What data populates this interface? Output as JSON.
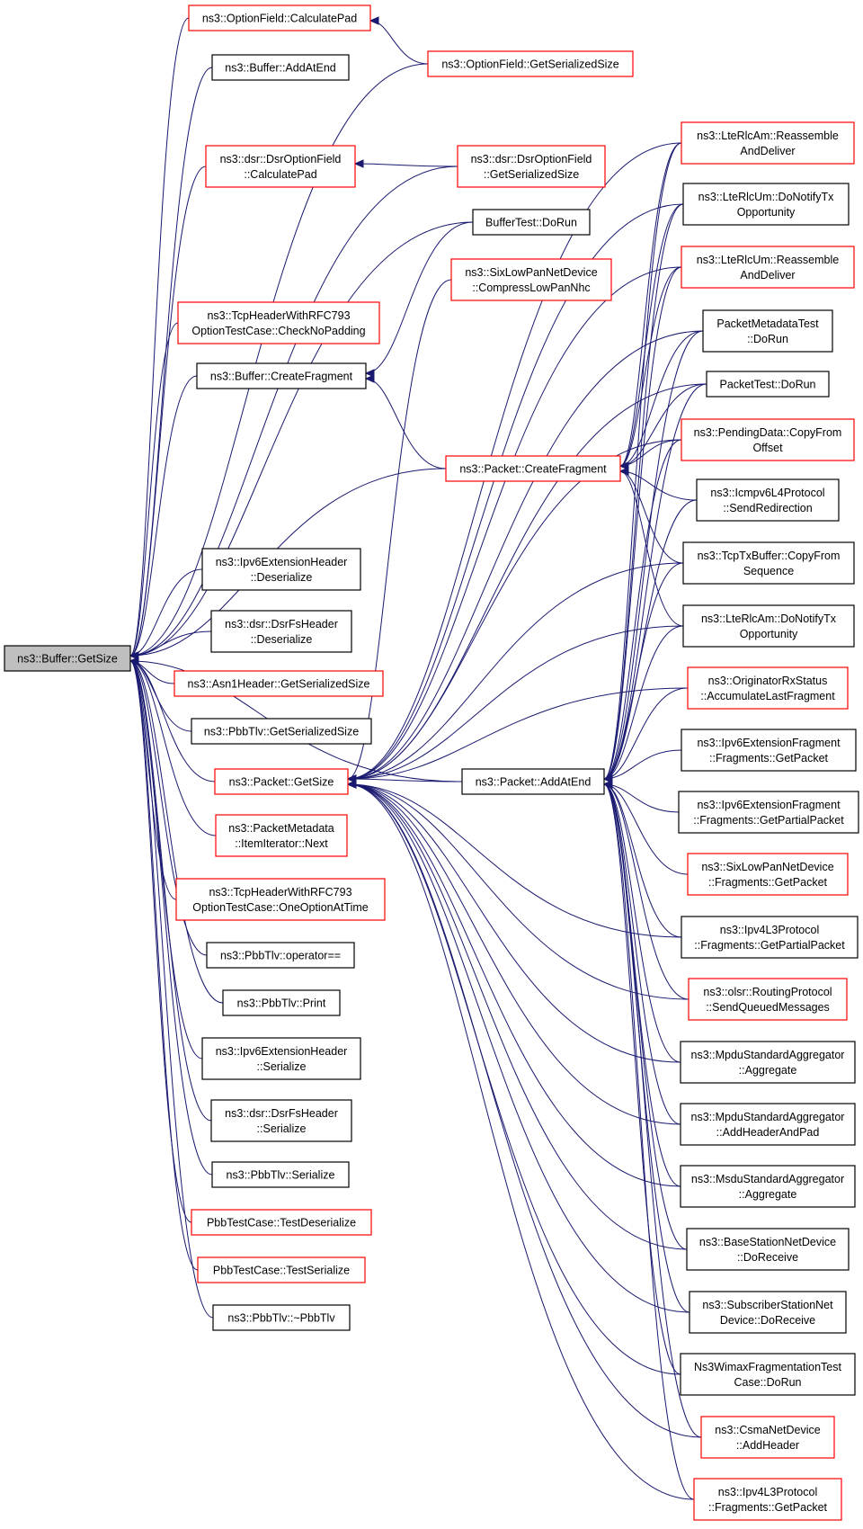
{
  "diagram": {
    "root": "n_root",
    "nodes": [
      {
        "id": "n_root",
        "lines": [
          "ns3::Buffer::GetSize"
        ],
        "style": "root"
      },
      {
        "id": "n_optcalc",
        "lines": [
          "ns3::OptionField::CalculatePad"
        ],
        "style": "ref"
      },
      {
        "id": "n_bufaddend",
        "lines": [
          "ns3::Buffer::AddAtEnd"
        ],
        "style": "plain"
      },
      {
        "id": "n_optser",
        "lines": [
          "ns3::OptionField::GetSerializedSize"
        ],
        "style": "ref"
      },
      {
        "id": "n_dsrcalc",
        "lines": [
          "ns3::dsr::DsrOptionField",
          "::CalculatePad"
        ],
        "style": "ref"
      },
      {
        "id": "n_dsrser",
        "lines": [
          "ns3::dsr::DsrOptionField",
          "::GetSerializedSize"
        ],
        "style": "ref"
      },
      {
        "id": "n_buftest",
        "lines": [
          "BufferTest::DoRun"
        ],
        "style": "plain"
      },
      {
        "id": "n_sixcomp",
        "lines": [
          "ns3::SixLowPanNetDevice",
          "::CompressLowPanNhc"
        ],
        "style": "ref"
      },
      {
        "id": "n_tcpnopad",
        "lines": [
          "ns3::TcpHeaderWithRFC793",
          "OptionTestCase::CheckNoPadding"
        ],
        "style": "ref"
      },
      {
        "id": "n_bufcreatefrag",
        "lines": [
          "ns3::Buffer::CreateFragment"
        ],
        "style": "plain"
      },
      {
        "id": "n_pktcreatefrag",
        "lines": [
          "ns3::Packet::CreateFragment"
        ],
        "style": "ref"
      },
      {
        "id": "n_ipv6exdes",
        "lines": [
          "ns3::Ipv6ExtensionHeader",
          "::Deserialize"
        ],
        "style": "plain"
      },
      {
        "id": "n_dsrfsdes",
        "lines": [
          "ns3::dsr::DsrFsHeader",
          "::Deserialize"
        ],
        "style": "plain"
      },
      {
        "id": "n_asn1",
        "lines": [
          "ns3::Asn1Header::GetSerializedSize"
        ],
        "style": "ref"
      },
      {
        "id": "n_pbbtlvser",
        "lines": [
          "ns3::PbbTlv::GetSerializedSize"
        ],
        "style": "plain"
      },
      {
        "id": "n_pktgetsize",
        "lines": [
          "ns3::Packet::GetSize"
        ],
        "style": "ref"
      },
      {
        "id": "n_pktaddend",
        "lines": [
          "ns3::Packet::AddAtEnd"
        ],
        "style": "plain"
      },
      {
        "id": "n_pktmetanext",
        "lines": [
          "ns3::PacketMetadata",
          "::ItemIterator::Next"
        ],
        "style": "ref"
      },
      {
        "id": "n_tcponeopt",
        "lines": [
          "ns3::TcpHeaderWithRFC793",
          "OptionTestCase::OneOptionAtTime"
        ],
        "style": "ref"
      },
      {
        "id": "n_pbbeq",
        "lines": [
          "ns3::PbbTlv::operator=="
        ],
        "style": "plain"
      },
      {
        "id": "n_pbbprint",
        "lines": [
          "ns3::PbbTlv::Print"
        ],
        "style": "plain"
      },
      {
        "id": "n_ipv6exser",
        "lines": [
          "ns3::Ipv6ExtensionHeader",
          "::Serialize"
        ],
        "style": "plain"
      },
      {
        "id": "n_dsrfsser",
        "lines": [
          "ns3::dsr::DsrFsHeader",
          "::Serialize"
        ],
        "style": "plain"
      },
      {
        "id": "n_pbbser",
        "lines": [
          "ns3::PbbTlv::Serialize"
        ],
        "style": "plain"
      },
      {
        "id": "n_pbbtestdes",
        "lines": [
          "PbbTestCase::TestDeserialize"
        ],
        "style": "ref"
      },
      {
        "id": "n_pbbtestser",
        "lines": [
          "PbbTestCase::TestSerialize"
        ],
        "style": "ref"
      },
      {
        "id": "n_pbbdtor",
        "lines": [
          "ns3::PbbTlv::~PbbTlv"
        ],
        "style": "plain"
      },
      {
        "id": "n_rlcamreasm",
        "lines": [
          "ns3::LteRlcAm::Reassemble",
          "AndDeliver"
        ],
        "style": "ref"
      },
      {
        "id": "n_rlcumnotify",
        "lines": [
          "ns3::LteRlcUm::DoNotifyTx",
          "Opportunity"
        ],
        "style": "plain"
      },
      {
        "id": "n_rlcumreasm",
        "lines": [
          "ns3::LteRlcUm::Reassemble",
          "AndDeliver"
        ],
        "style": "ref"
      },
      {
        "id": "n_pktmetatest",
        "lines": [
          "PacketMetadataTest",
          "::DoRun"
        ],
        "style": "plain"
      },
      {
        "id": "n_pkttest",
        "lines": [
          "PacketTest::DoRun"
        ],
        "style": "plain"
      },
      {
        "id": "n_pending",
        "lines": [
          "ns3::PendingData::CopyFrom",
          "Offset"
        ],
        "style": "ref"
      },
      {
        "id": "n_icmpv6",
        "lines": [
          "ns3::Icmpv6L4Protocol",
          "::SendRedirection"
        ],
        "style": "plain"
      },
      {
        "id": "n_tcptx",
        "lines": [
          "ns3::TcpTxBuffer::CopyFrom",
          "Sequence"
        ],
        "style": "plain"
      },
      {
        "id": "n_rlcamnotify",
        "lines": [
          "ns3::LteRlcAm::DoNotifyTx",
          "Opportunity"
        ],
        "style": "plain"
      },
      {
        "id": "n_orig",
        "lines": [
          "ns3::OriginatorRxStatus",
          "::AccumulateLastFragment"
        ],
        "style": "ref"
      },
      {
        "id": "n_ipv6fragpkt",
        "lines": [
          "ns3::Ipv6ExtensionFragment",
          "::Fragments::GetPacket"
        ],
        "style": "plain"
      },
      {
        "id": "n_ipv6fragpart",
        "lines": [
          "ns3::Ipv6ExtensionFragment",
          "::Fragments::GetPartialPacket"
        ],
        "style": "plain"
      },
      {
        "id": "n_sixfrag",
        "lines": [
          "ns3::SixLowPanNetDevice",
          "::Fragments::GetPacket"
        ],
        "style": "ref"
      },
      {
        "id": "n_ipv4fragpart",
        "lines": [
          "ns3::Ipv4L3Protocol",
          "::Fragments::GetPartialPacket"
        ],
        "style": "plain"
      },
      {
        "id": "n_olsr",
        "lines": [
          "ns3::olsr::RoutingProtocol",
          "::SendQueuedMessages"
        ],
        "style": "ref"
      },
      {
        "id": "n_mpduagg",
        "lines": [
          "ns3::MpduStandardAggregator",
          "::Aggregate"
        ],
        "style": "plain"
      },
      {
        "id": "n_mpduhdr",
        "lines": [
          "ns3::MpduStandardAggregator",
          "::AddHeaderAndPad"
        ],
        "style": "plain"
      },
      {
        "id": "n_msduagg",
        "lines": [
          "ns3::MsduStandardAggregator",
          "::Aggregate"
        ],
        "style": "plain"
      },
      {
        "id": "n_bsrecv",
        "lines": [
          "ns3::BaseStationNetDevice",
          "::DoReceive"
        ],
        "style": "plain"
      },
      {
        "id": "n_ssrecv",
        "lines": [
          "ns3::SubscriberStationNet",
          "Device::DoReceive"
        ],
        "style": "plain"
      },
      {
        "id": "n_wimaxfrag",
        "lines": [
          "Ns3WimaxFragmentationTest",
          "Case::DoRun"
        ],
        "style": "plain"
      },
      {
        "id": "n_csma",
        "lines": [
          "ns3::CsmaNetDevice",
          "::AddHeader"
        ],
        "style": "ref"
      },
      {
        "id": "n_ipv4fragpkt",
        "lines": [
          "ns3::Ipv4L3Protocol",
          "::Fragments::GetPacket"
        ],
        "style": "ref"
      }
    ],
    "edges": [
      {
        "from": "n_optcalc",
        "to": "n_root"
      },
      {
        "from": "n_bufaddend",
        "to": "n_root"
      },
      {
        "from": "n_optser",
        "to": "n_root"
      },
      {
        "from": "n_optser",
        "to": "n_optcalc"
      },
      {
        "from": "n_dsrcalc",
        "to": "n_root"
      },
      {
        "from": "n_dsrser",
        "to": "n_root"
      },
      {
        "from": "n_dsrser",
        "to": "n_dsrcalc"
      },
      {
        "from": "n_buftest",
        "to": "n_root"
      },
      {
        "from": "n_tcpnopad",
        "to": "n_root"
      },
      {
        "from": "n_bufcreatefrag",
        "to": "n_root"
      },
      {
        "from": "n_pktcreatefrag",
        "to": "n_root"
      },
      {
        "from": "n_pktcreatefrag",
        "to": "n_bufcreatefrag"
      },
      {
        "from": "n_buftest",
        "to": "n_bufcreatefrag"
      },
      {
        "from": "n_ipv6exdes",
        "to": "n_root"
      },
      {
        "from": "n_dsrfsdes",
        "to": "n_root"
      },
      {
        "from": "n_asn1",
        "to": "n_root"
      },
      {
        "from": "n_pbbtlvser",
        "to": "n_root"
      },
      {
        "from": "n_pktgetsize",
        "to": "n_root"
      },
      {
        "from": "n_pktaddend",
        "to": "n_root"
      },
      {
        "from": "n_pktaddend",
        "to": "n_pktgetsize"
      },
      {
        "from": "n_pktmetanext",
        "to": "n_root"
      },
      {
        "from": "n_tcponeopt",
        "to": "n_root"
      },
      {
        "from": "n_pbbeq",
        "to": "n_root"
      },
      {
        "from": "n_pbbprint",
        "to": "n_root"
      },
      {
        "from": "n_ipv6exser",
        "to": "n_root"
      },
      {
        "from": "n_dsrfsser",
        "to": "n_root"
      },
      {
        "from": "n_pbbser",
        "to": "n_root"
      },
      {
        "from": "n_pbbtestdes",
        "to": "n_root"
      },
      {
        "from": "n_pbbtestser",
        "to": "n_root"
      },
      {
        "from": "n_pbbdtor",
        "to": "n_root"
      },
      {
        "from": "n_sixcomp",
        "to": "n_pktgetsize"
      },
      {
        "from": "n_rlcamreasm",
        "to": "n_pktcreatefrag"
      },
      {
        "from": "n_rlcumnotify",
        "to": "n_pktcreatefrag"
      },
      {
        "from": "n_rlcumreasm",
        "to": "n_pktcreatefrag"
      },
      {
        "from": "n_pktmetatest",
        "to": "n_pktcreatefrag"
      },
      {
        "from": "n_pkttest",
        "to": "n_pktcreatefrag"
      },
      {
        "from": "n_pending",
        "to": "n_pktcreatefrag"
      },
      {
        "from": "n_icmpv6",
        "to": "n_pktcreatefrag"
      },
      {
        "from": "n_tcptx",
        "to": "n_pktcreatefrag"
      },
      {
        "from": "n_rlcamnotify",
        "to": "n_pktcreatefrag"
      },
      {
        "from": "n_rlcamreasm",
        "to": "n_pktgetsize"
      },
      {
        "from": "n_rlcumnotify",
        "to": "n_pktgetsize"
      },
      {
        "from": "n_rlcumreasm",
        "to": "n_pktgetsize"
      },
      {
        "from": "n_pktmetatest",
        "to": "n_pktgetsize"
      },
      {
        "from": "n_pkttest",
        "to": "n_pktgetsize"
      },
      {
        "from": "n_pending",
        "to": "n_pktgetsize"
      },
      {
        "from": "n_tcptx",
        "to": "n_pktgetsize"
      },
      {
        "from": "n_rlcamnotify",
        "to": "n_pktgetsize"
      },
      {
        "from": "n_orig",
        "to": "n_pktgetsize"
      },
      {
        "from": "n_ipv4fragpart",
        "to": "n_pktgetsize"
      },
      {
        "from": "n_olsr",
        "to": "n_pktgetsize"
      },
      {
        "from": "n_mpduagg",
        "to": "n_pktgetsize"
      },
      {
        "from": "n_mpduhdr",
        "to": "n_pktgetsize"
      },
      {
        "from": "n_msduagg",
        "to": "n_pktgetsize"
      },
      {
        "from": "n_bsrecv",
        "to": "n_pktgetsize"
      },
      {
        "from": "n_ssrecv",
        "to": "n_pktgetsize"
      },
      {
        "from": "n_wimaxfrag",
        "to": "n_pktgetsize"
      },
      {
        "from": "n_csma",
        "to": "n_pktgetsize"
      },
      {
        "from": "n_ipv4fragpkt",
        "to": "n_pktgetsize"
      },
      {
        "from": "n_rlcamreasm",
        "to": "n_pktaddend"
      },
      {
        "from": "n_rlcumnotify",
        "to": "n_pktaddend"
      },
      {
        "from": "n_rlcumreasm",
        "to": "n_pktaddend"
      },
      {
        "from": "n_pktmetatest",
        "to": "n_pktaddend"
      },
      {
        "from": "n_pkttest",
        "to": "n_pktaddend"
      },
      {
        "from": "n_pending",
        "to": "n_pktaddend"
      },
      {
        "from": "n_icmpv6",
        "to": "n_pktaddend"
      },
      {
        "from": "n_tcptx",
        "to": "n_pktaddend"
      },
      {
        "from": "n_rlcamnotify",
        "to": "n_pktaddend"
      },
      {
        "from": "n_orig",
        "to": "n_pktaddend"
      },
      {
        "from": "n_ipv6fragpkt",
        "to": "n_pktaddend"
      },
      {
        "from": "n_ipv6fragpart",
        "to": "n_pktaddend"
      },
      {
        "from": "n_sixfrag",
        "to": "n_pktaddend"
      },
      {
        "from": "n_ipv4fragpart",
        "to": "n_pktaddend"
      },
      {
        "from": "n_olsr",
        "to": "n_pktaddend"
      },
      {
        "from": "n_mpduagg",
        "to": "n_pktaddend"
      },
      {
        "from": "n_mpduhdr",
        "to": "n_pktaddend"
      },
      {
        "from": "n_msduagg",
        "to": "n_pktaddend"
      },
      {
        "from": "n_bsrecv",
        "to": "n_pktaddend"
      },
      {
        "from": "n_ssrecv",
        "to": "n_pktaddend"
      },
      {
        "from": "n_wimaxfrag",
        "to": "n_pktaddend"
      },
      {
        "from": "n_csma",
        "to": "n_pktaddend"
      },
      {
        "from": "n_ipv4fragpkt",
        "to": "n_pktaddend"
      }
    ]
  },
  "colors": {
    "edge": "#191970",
    "reference_border": "#ff0000",
    "normal_border": "#000000",
    "root_fill": "#bfbfbf"
  }
}
